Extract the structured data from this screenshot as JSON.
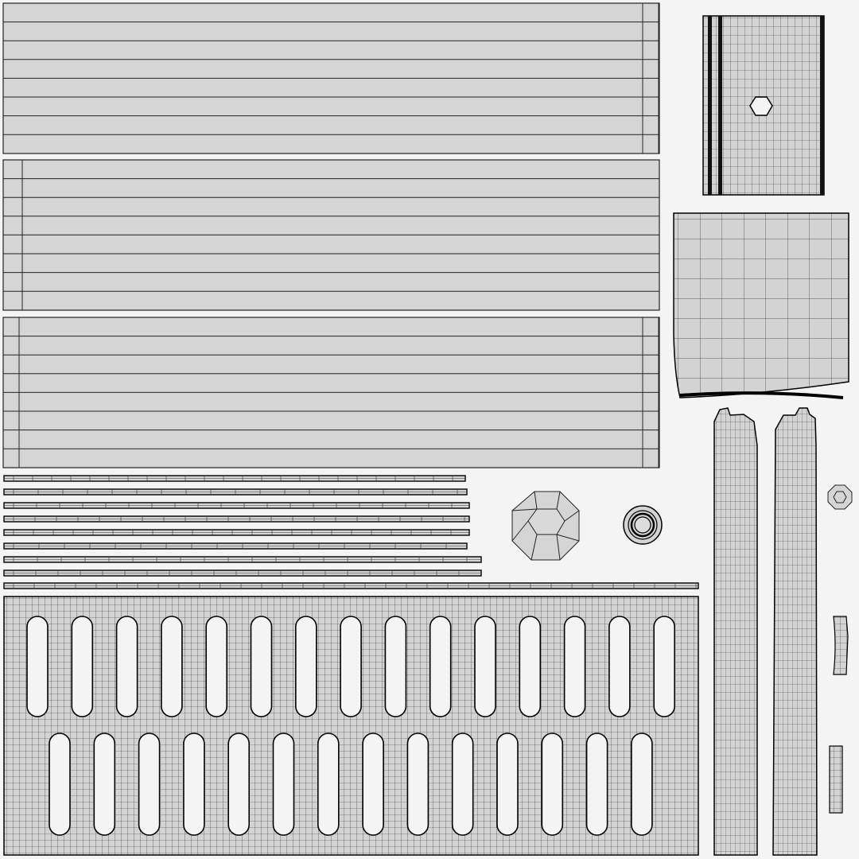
{
  "colors": {
    "background": "#f4f4f4",
    "island_fill": "#d5d5d5",
    "wire": "#2a2a2a",
    "edge": "#000000"
  },
  "islands": [
    {
      "name": "plank-island-top",
      "kind": "plank"
    },
    {
      "name": "plank-island-middle",
      "kind": "plank"
    },
    {
      "name": "plank-island-bottom",
      "kind": "plank"
    },
    {
      "name": "thin-strips-stack",
      "kind": "strips"
    },
    {
      "name": "long-strip",
      "kind": "strip"
    },
    {
      "name": "comb-island",
      "kind": "comb"
    },
    {
      "name": "tall-panel-with-hole",
      "kind": "grid"
    },
    {
      "name": "curved-panel",
      "kind": "grid"
    },
    {
      "name": "pillar-left",
      "kind": "pillar"
    },
    {
      "name": "pillar-right",
      "kind": "pillar"
    },
    {
      "name": "octagon-cap",
      "kind": "octagon"
    },
    {
      "name": "ring-cap",
      "kind": "ring"
    },
    {
      "name": "small-octagon",
      "kind": "octagon"
    },
    {
      "name": "small-curved-piece",
      "kind": "grid"
    },
    {
      "name": "small-stack-piece",
      "kind": "grid"
    }
  ]
}
